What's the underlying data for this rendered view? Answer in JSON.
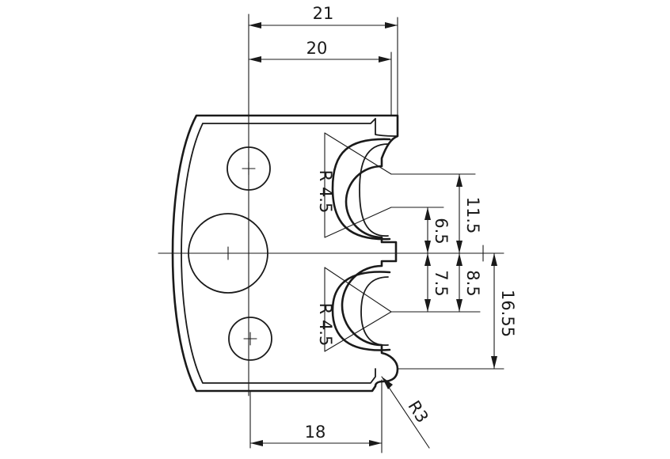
{
  "dimensions": {
    "top_overall_width": "21",
    "top_inner_width": "20",
    "bottom_width": "18",
    "upper_radius": "R 4.5",
    "lower_radius": "R 4.5",
    "corner_radius": "R3",
    "upper_center_to_axis": "11.5",
    "upper_center_offset": "6.5",
    "lower_center_offset": "7.5",
    "lower_center_to_axis": "8.5",
    "bottom_notch_to_axis": "16.55"
  },
  "colors": {
    "line": "#1a1a1a",
    "background": "#ffffff"
  }
}
